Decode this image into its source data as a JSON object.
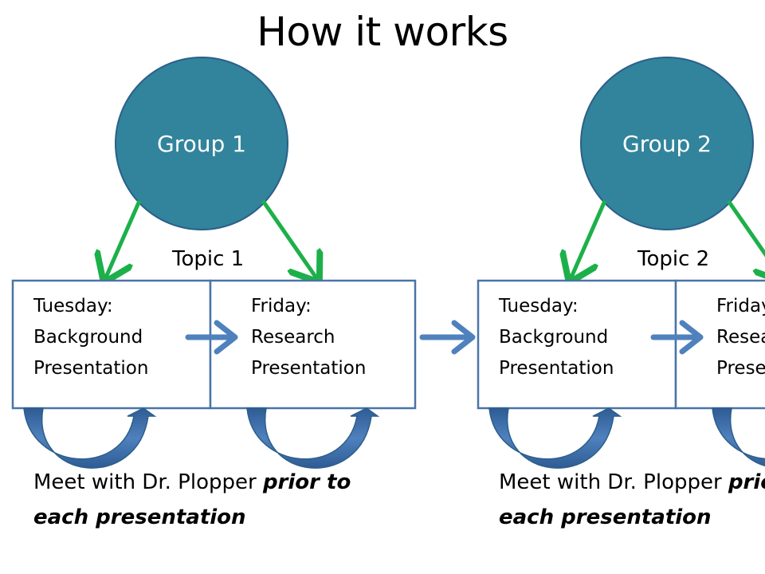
{
  "title": "How it works",
  "groups": [
    {
      "label": "Group 1",
      "topic": "Topic 1",
      "tuesday": [
        "Tuesday:",
        "Background",
        "Presentation"
      ],
      "friday": [
        "Friday:",
        "Research",
        "Presentation"
      ],
      "meet_plain": "Meet with Dr. Plopper ",
      "meet_emph1": "prior to",
      "meet_emph2": "each presentation"
    },
    {
      "label": "Group 2",
      "topic": "Topic 2",
      "tuesday": [
        "Tuesday:",
        "Background",
        "Presentation"
      ],
      "friday": [
        "Friday:",
        "Research",
        "Presentation"
      ],
      "meet_plain": "Meet with Dr. Plopper ",
      "meet_emph1": "prior to",
      "meet_emph2": "each presentation"
    }
  ],
  "colors": {
    "circle_fill": "#31849B",
    "circle_stroke": "#2C5F8A",
    "box_stroke": "#4A74A8",
    "green_arrow": "#1DB04A",
    "blue_arrow": "#4F81BD",
    "curve_arrow": "#3F6EA8"
  }
}
